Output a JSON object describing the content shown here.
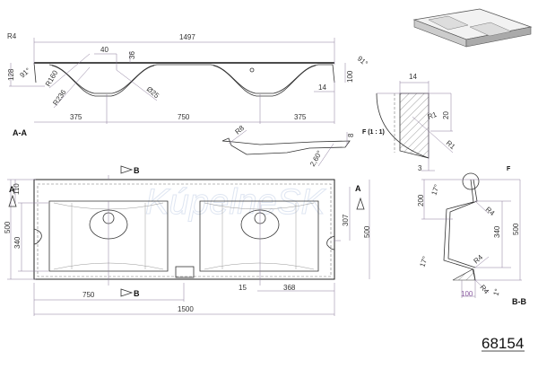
{
  "watermark": "KúpelneSK",
  "part_number": "68154",
  "section_aa": {
    "title": "A-A",
    "dims": {
      "overall": "1497",
      "r_corner": "R4",
      "offset": "40",
      "depth_top": "36",
      "height": "128",
      "angle_left": "91°",
      "r_inner": "R160",
      "r_outer": "R236",
      "hole": "Ø25",
      "right_height": "100",
      "angle_right": "91°",
      "right_gap": "14",
      "left_center": "375",
      "center_spacing": "750",
      "right_center": "375"
    }
  },
  "detail_f": {
    "title": "F (1 : 1)",
    "dims": {
      "width": "14",
      "depth": "20",
      "r_inner": "R1",
      "r_outer": "R1",
      "gap": "3"
    },
    "marker": "F"
  },
  "profile": {
    "radius": "R8",
    "height": "8",
    "angle": "2,60°"
  },
  "top_view": {
    "section_a_left": "A",
    "section_a_right": "A",
    "section_b_top": "B",
    "section_b_bottom": "B",
    "dims": {
      "edge": "110",
      "depth_left": "500",
      "bowl_depth": "340",
      "notch": "307",
      "depth_right": "500",
      "half": "750",
      "offset": "15",
      "center_to_edge": "368",
      "overall": "1500"
    }
  },
  "section_bb": {
    "title": "B-B",
    "dims": {
      "top_height": "200",
      "angle_top": "17°",
      "r_top": "R4",
      "inner": "340",
      "overall": "500",
      "angle_bottom": "17°",
      "r_mid": "R4",
      "r_bottom": "R4",
      "angle_slope": "1°",
      "base": "100"
    }
  }
}
